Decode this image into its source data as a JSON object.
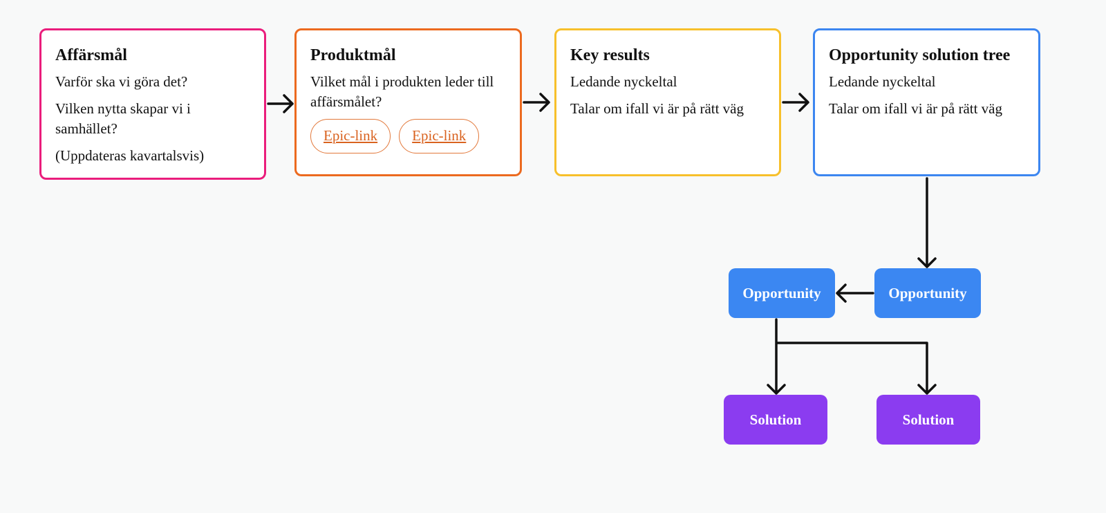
{
  "cards": [
    {
      "title": "Affärsmål",
      "lines": [
        "Varför ska vi göra det?",
        "Vilken nytta skapar vi i samhället?",
        "(Uppdateras kavartalsvis)"
      ],
      "border_color": "#ea1d7c"
    },
    {
      "title": "Produktmål",
      "lines": [
        "Vilket mål i produkten leder till affärsmålet?"
      ],
      "links": [
        "Epic-link",
        "Epic-link"
      ],
      "border_color": "#ec6a1f"
    },
    {
      "title": "Key results",
      "lines": [
        "Ledande nyckeltal",
        "Talar om ifall vi är på rätt väg"
      ],
      "border_color": "#f7c02b"
    },
    {
      "title": "Opportunity solution tree",
      "lines": [
        "Ledande nyckeltal",
        "Talar om ifall vi är på rätt väg"
      ],
      "border_color": "#3c86f0"
    }
  ],
  "tree": {
    "opportunity_left": "Opportunity",
    "opportunity_right": "Opportunity",
    "solution_left": "Solution",
    "solution_right": "Solution",
    "opportunity_color": "#3b87f2",
    "solution_color": "#8b3cf0"
  }
}
